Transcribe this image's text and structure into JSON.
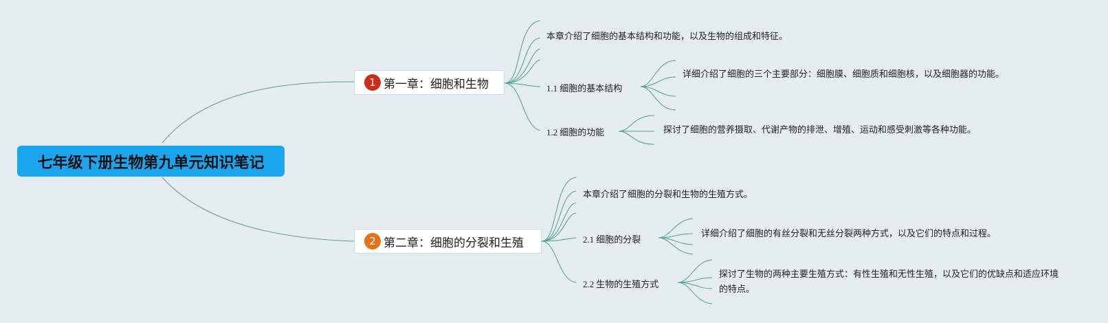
{
  "root": {
    "title": "七年级下册生物第九单元知识笔记",
    "color": "#19a6ef"
  },
  "chapters": [
    {
      "marker": "1",
      "marker_color": "#d02c1a",
      "title": "第一章：细胞和生物",
      "summary": "本章介绍了细胞的基本结构和功能，以及生物的组成和特征。",
      "sections": [
        {
          "number": "1.1",
          "title": "细胞的基本结构",
          "detail": "详细介绍了细胞的三个主要部分：细胞膜、细胞质和细胞核，以及细胞器的功能。"
        },
        {
          "number": "1.2",
          "title": "细胞的功能",
          "detail": "探讨了细胞的营养摄取、代谢产物的排泄、增殖、运动和感受刺激等各种功能。"
        }
      ]
    },
    {
      "marker": "2",
      "marker_color": "#e2731a",
      "title": "第二章：细胞的分裂和生殖",
      "summary": "本章介绍了细胞的分裂和生物的生殖方式。",
      "sections": [
        {
          "number": "2.1",
          "title": "细胞的分裂",
          "detail": "详细介绍了细胞的有丝分裂和无丝分裂两种方式，以及它们的特点和过程。"
        },
        {
          "number": "2.2",
          "title": "生物的生殖方式",
          "detail": "探讨了生物的两种主要生殖方式：有性生殖和无性生殖，以及它们的优缺点和适应环境的特点。"
        }
      ]
    }
  ],
  "colors": {
    "background": "#e5edf1",
    "connector_main": "#5f9a92",
    "connector_branch": "#4fa08f"
  }
}
